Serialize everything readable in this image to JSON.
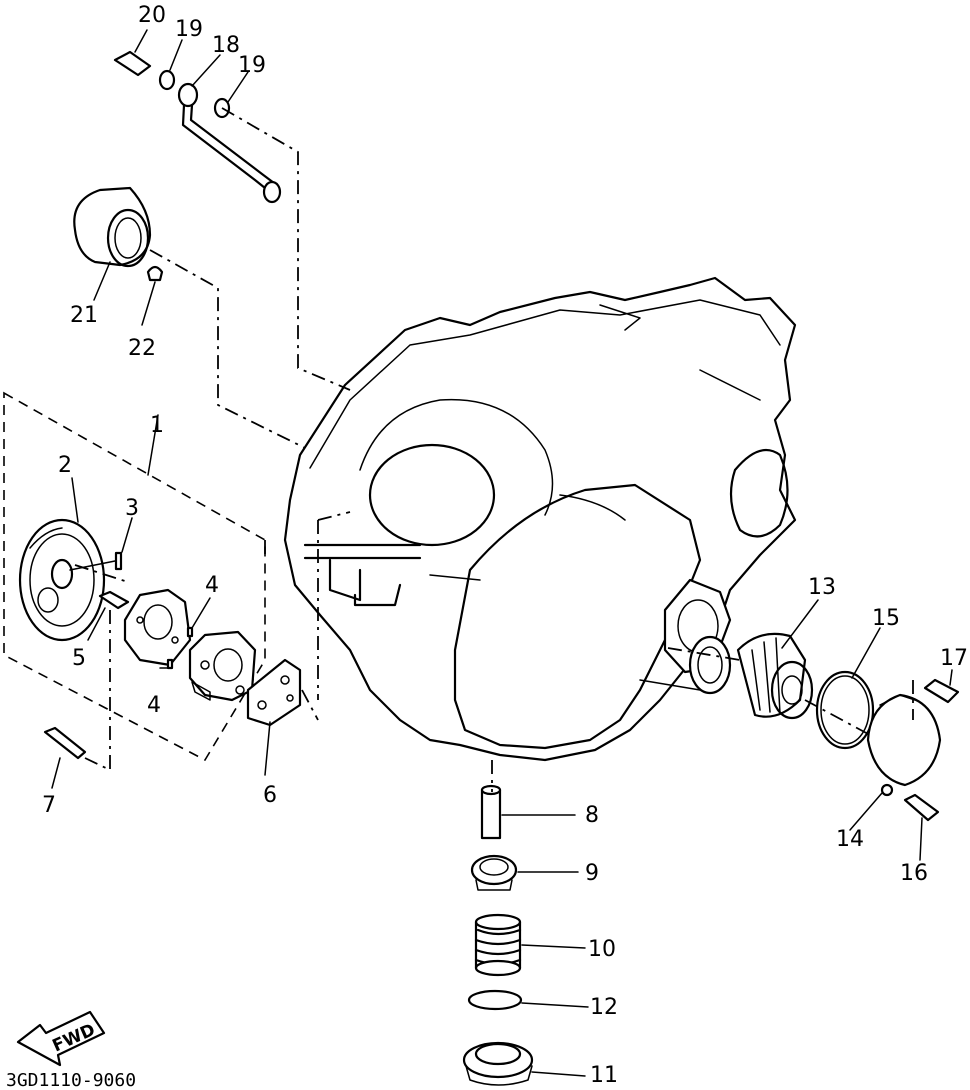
{
  "callouts": [
    {
      "id": "c1",
      "text": "1"
    },
    {
      "id": "c2",
      "text": "2"
    },
    {
      "id": "c3",
      "text": "3"
    },
    {
      "id": "c4a",
      "text": "4"
    },
    {
      "id": "c4b",
      "text": "4"
    },
    {
      "id": "c5",
      "text": "5"
    },
    {
      "id": "c6",
      "text": "6"
    },
    {
      "id": "c7",
      "text": "7"
    },
    {
      "id": "c8",
      "text": "8"
    },
    {
      "id": "c9",
      "text": "9"
    },
    {
      "id": "c10",
      "text": "10"
    },
    {
      "id": "c11",
      "text": "11"
    },
    {
      "id": "c12",
      "text": "12"
    },
    {
      "id": "c13",
      "text": "13"
    },
    {
      "id": "c14",
      "text": "14"
    },
    {
      "id": "c15",
      "text": "15"
    },
    {
      "id": "c16",
      "text": "16"
    },
    {
      "id": "c17",
      "text": "17"
    },
    {
      "id": "c18",
      "text": "18"
    },
    {
      "id": "c19a",
      "text": "19"
    },
    {
      "id": "c19b",
      "text": "19"
    },
    {
      "id": "c20",
      "text": "20"
    },
    {
      "id": "c21",
      "text": "21"
    },
    {
      "id": "c22",
      "text": "22"
    }
  ],
  "fwd_label": "FWD",
  "figure_code": "3GD1110-9060"
}
